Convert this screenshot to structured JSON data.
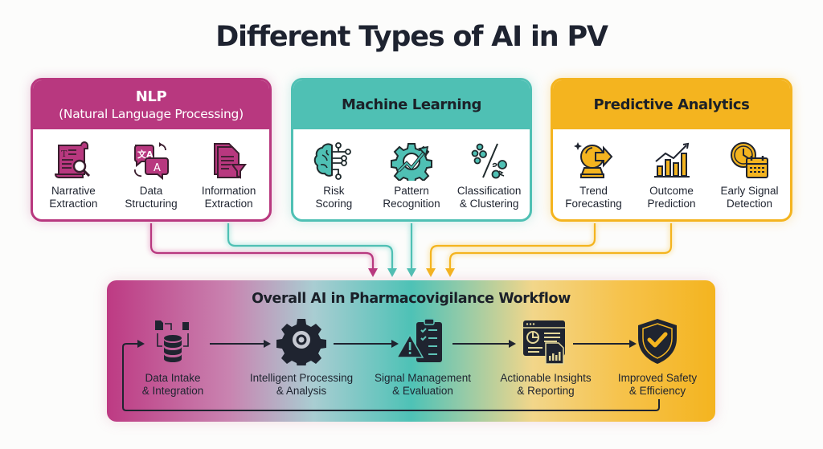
{
  "title": "Different Types of AI in PV",
  "colors": {
    "nlp": "#b8387f",
    "ml": "#4fc0b4",
    "pa": "#f4b41f",
    "dark": "#1f2430"
  },
  "categories": [
    {
      "id": "nlp",
      "title": "NLP",
      "subtitle": "(Natural Language Processing)",
      "items": [
        {
          "label_line1": "Narrative",
          "label_line2": "Extraction",
          "icon": "document-search-icon"
        },
        {
          "label_line1": "Data",
          "label_line2": "Structuring",
          "icon": "translate-icon"
        },
        {
          "label_line1": "Information",
          "label_line2": "Extraction",
          "icon": "document-filter-icon"
        }
      ]
    },
    {
      "id": "ml",
      "title": "Machine Learning",
      "items": [
        {
          "label_line1": "Risk",
          "label_line2": "Scoring",
          "icon": "brain-circuit-icon"
        },
        {
          "label_line1": "Pattern",
          "label_line2": "Recognition",
          "icon": "gear-trend-icon"
        },
        {
          "label_line1": "Classification",
          "label_line2": "& Clustering",
          "icon": "clusters-icon"
        }
      ]
    },
    {
      "id": "pa",
      "title": "Predictive Analytics",
      "items": [
        {
          "label_line1": "Trend",
          "label_line2": "Forecasting",
          "icon": "crystal-ball-icon"
        },
        {
          "label_line1": "Outcome",
          "label_line2": "Prediction",
          "icon": "bar-chart-trend-icon"
        },
        {
          "label_line1": "Early Signal",
          "label_line2": "Detection",
          "icon": "clock-calendar-icon"
        }
      ]
    }
  ],
  "workflow": {
    "title": "Overall AI in Pharmacovigilance Workflow",
    "steps": [
      {
        "label_line1": "Data Intake",
        "label_line2": "& Integration",
        "icon": "database-icon"
      },
      {
        "label_line1": "Intelligent Processing",
        "label_line2": "& Analysis",
        "icon": "gear-search-icon"
      },
      {
        "label_line1": "Signal Management",
        "label_line2": "& Evaluation",
        "icon": "warning-clipboard-icon"
      },
      {
        "label_line1": "Actionable Insights",
        "label_line2": "& Reporting",
        "icon": "dashboard-report-icon"
      },
      {
        "label_line1": "Improved Safety",
        "label_line2": "& Efficiency",
        "icon": "shield-check-icon"
      }
    ]
  }
}
